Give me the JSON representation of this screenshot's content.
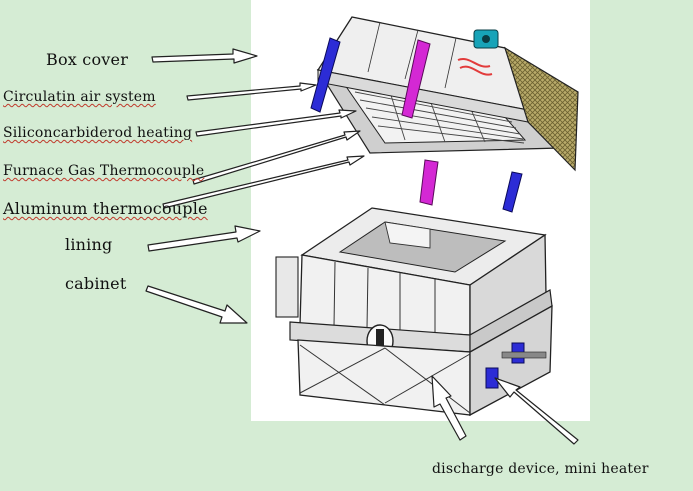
{
  "labels": {
    "box_cover": "Box cover",
    "circulation_air": "Circulatin air system",
    "sic_heating": "Siliconcarbiderod heating",
    "furnace_gas_tc": "Furnace Gas Thermocouple",
    "aluminum_tc": "Aluminum thermocouple",
    "lining": "lining",
    "cabinet": "cabinet",
    "discharge": "discharge device,  mini heater"
  },
  "colors": {
    "background": "#d5ecd4",
    "panel": "#ffffff",
    "metal": "#e2e2e2",
    "outline": "#222222",
    "magenta": "#d428d4",
    "blue": "#2c2cd6",
    "radiator": "#a89a5a",
    "teal": "#17a3b8",
    "red": "#e23b3b"
  }
}
